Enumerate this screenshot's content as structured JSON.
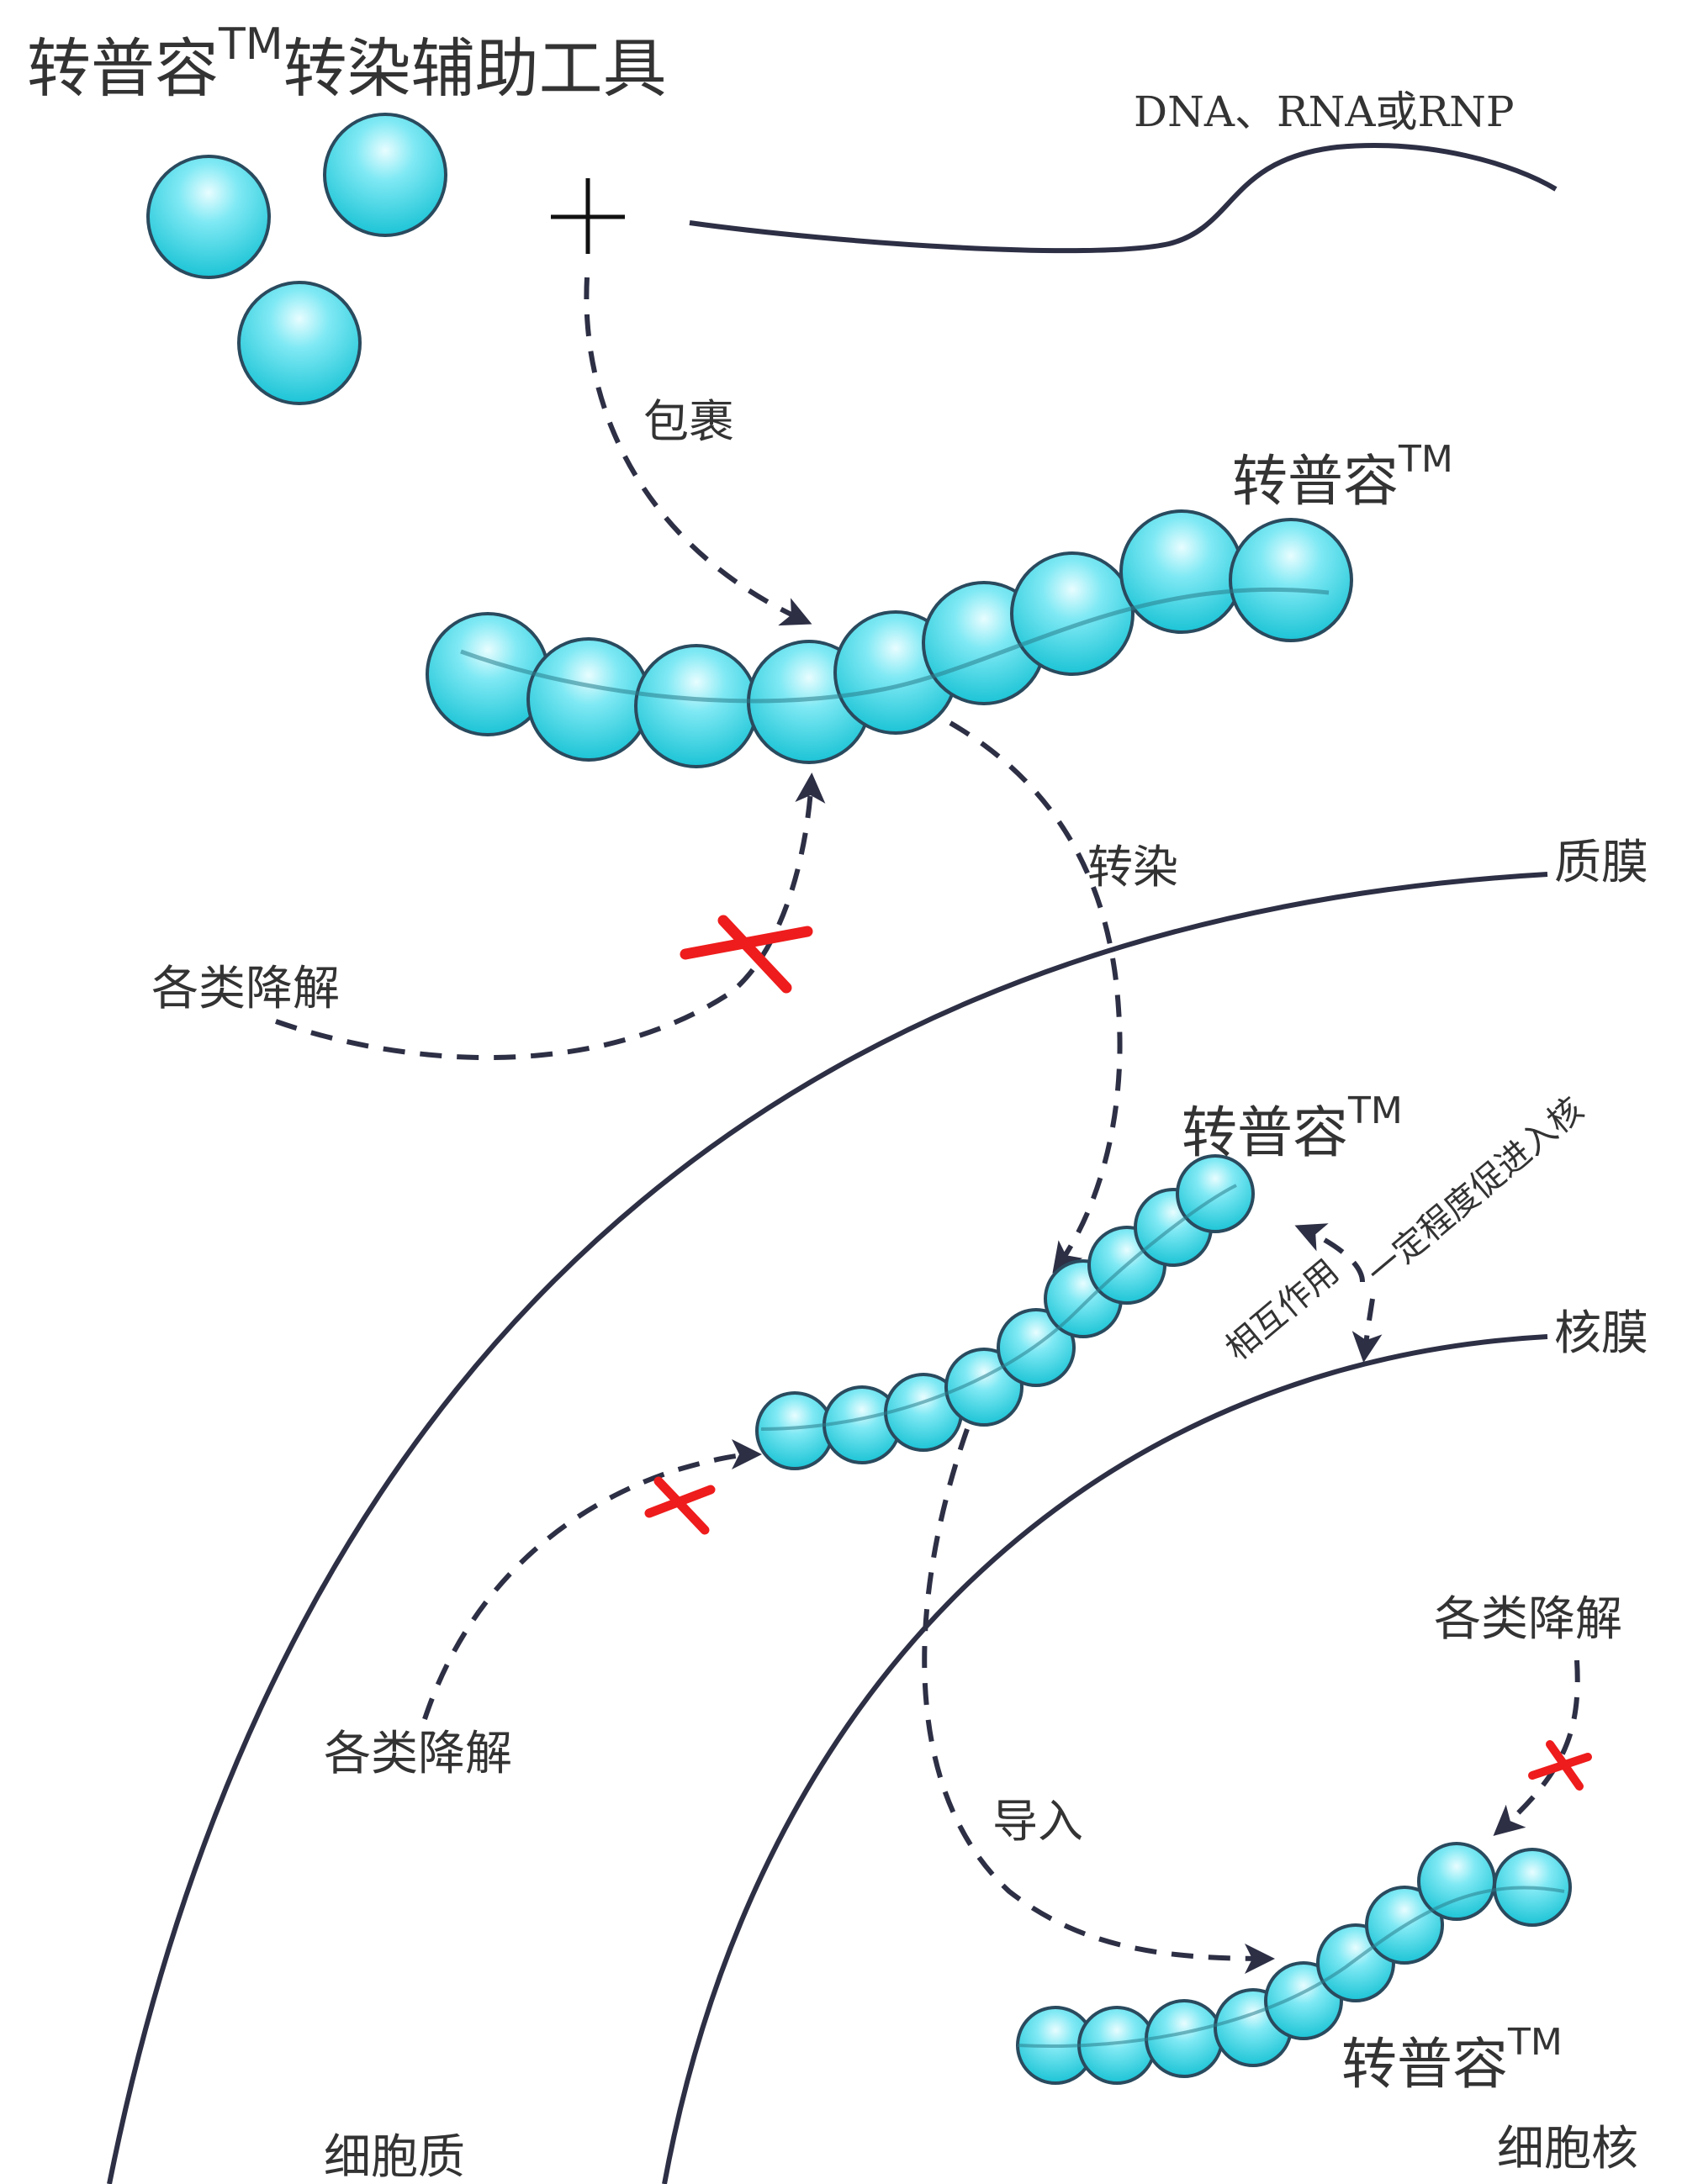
{
  "title": {
    "main": "转普容",
    "sup": "TM",
    "suffix": "转染辅助工具"
  },
  "cargo_label": "DNA、RNA或RNP",
  "plus_sign": "+",
  "product": {
    "name": "转普容",
    "sup": "TM"
  },
  "steps": {
    "wrap": "包裹",
    "transfect": "转染",
    "import": "导入",
    "interaction": "相互作用",
    "nuclear_entry": "一定程度促进入核"
  },
  "degradation": "各类降解",
  "membranes": {
    "plasma": "质膜",
    "nuclear": "核膜"
  },
  "compartments": {
    "cytoplasm": "细胞质",
    "nucleus": "细胞核"
  },
  "colors": {
    "bead_light": "#d6fbff",
    "bead_mid": "#6fe6f2",
    "bead_dark": "#22c6d8",
    "bead_stroke": "#2a4a5e",
    "line": "#2d2f45",
    "block_x": "#ee1c1c"
  }
}
